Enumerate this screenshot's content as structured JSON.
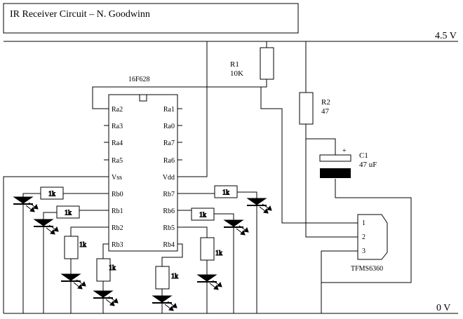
{
  "title": "IR Receiver Circuit – N. Goodwinn",
  "rails": {
    "vcc": "4.5 V",
    "gnd": "0 V"
  },
  "ic": {
    "part": "16F628",
    "left_pins": [
      "Ra2",
      "Ra3",
      "Ra4",
      "Ra5",
      "Vss",
      "Rb0",
      "Rb1",
      "Rb2",
      "Rb3"
    ],
    "right_pins": [
      "Ra1",
      "Ra0",
      "Ra7",
      "Ra6",
      "Vdd",
      "Rb7",
      "Rb6",
      "Rb5",
      "Rb4"
    ]
  },
  "r1": {
    "ref": "R1",
    "value": "10K"
  },
  "r2": {
    "ref": "R2",
    "value": "47"
  },
  "c1": {
    "ref": "C1",
    "value": "47 uF",
    "polarity": "+"
  },
  "led_resistor": "1k",
  "receiver": {
    "part": "TFMS6360",
    "pins": [
      "1",
      "2",
      "3"
    ]
  }
}
